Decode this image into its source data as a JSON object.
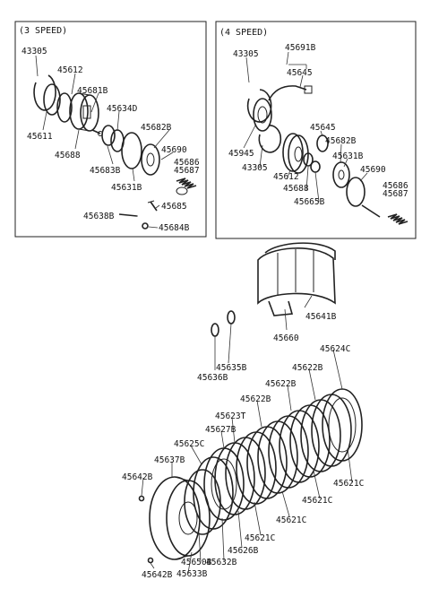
{
  "panel_3speed": {
    "title": "(3 SPEED)",
    "labels": [
      "43305",
      "45612",
      "45681B",
      "45634D",
      "45682B",
      "45611",
      "45688",
      "45683B",
      "45631B",
      "45690",
      "45686",
      "45687",
      "45685",
      "45638B",
      "45684B"
    ]
  },
  "panel_4speed": {
    "title": "(4 SPEED)",
    "labels": [
      "45691B",
      "43305",
      "45645",
      "45945",
      "45645",
      "45682B",
      "45631B",
      "45690",
      "45686",
      "45687",
      "43305",
      "45612",
      "45688",
      "45665B"
    ]
  },
  "lower": {
    "labels": [
      "45641B",
      "45660",
      "45635B",
      "45636B",
      "45624C",
      "45622B",
      "45622B",
      "45622B",
      "45623T",
      "45627B",
      "45625C",
      "45637B",
      "45642B",
      "45621C",
      "45621C",
      "45621C",
      "45621C",
      "45626B",
      "45632B",
      "45650B",
      "45633B",
      "45642B"
    ]
  }
}
